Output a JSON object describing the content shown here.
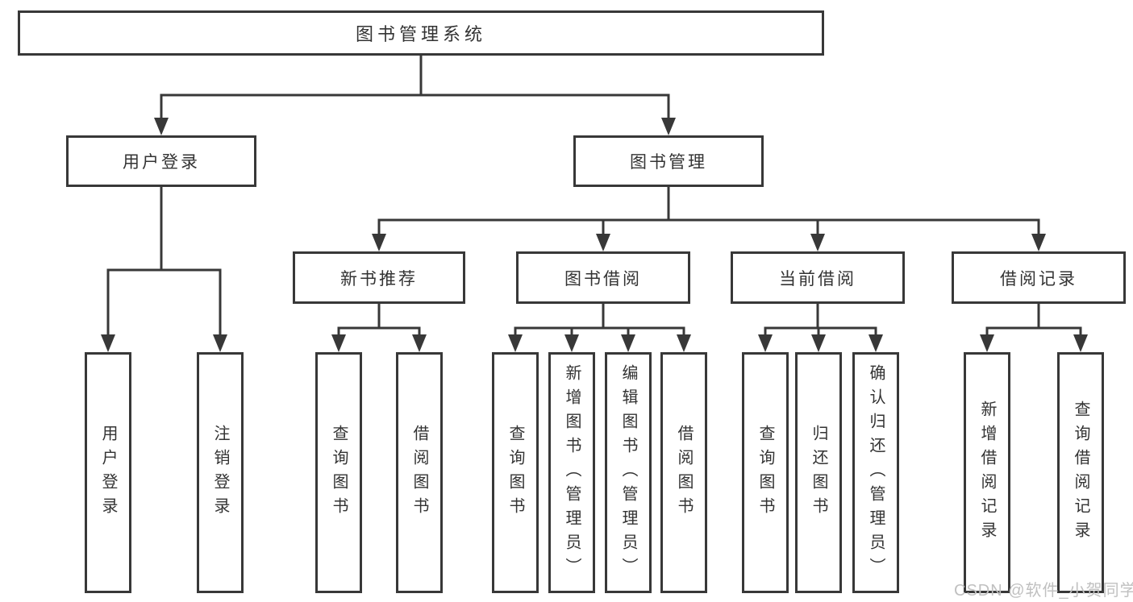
{
  "diagram": {
    "root_label": "图书管理系统",
    "branches": [
      {
        "label": "用户登录",
        "children": [
          "用户登录",
          "注销登录"
        ]
      },
      {
        "label": "图书管理",
        "sections": [
          {
            "label": "新书推荐",
            "children": [
              "查询图书",
              "借阅图书"
            ]
          },
          {
            "label": "图书借阅",
            "children": [
              "查询图书",
              "新增图书（管理员）",
              "编辑图书（管理员）",
              "借阅图书"
            ]
          },
          {
            "label": "当前借阅",
            "children": [
              "查询图书",
              "归还图书",
              "确认归还（管理员）"
            ]
          },
          {
            "label": "借阅记录",
            "children": [
              "新增借阅记录",
              "查询借阅记录"
            ]
          }
        ]
      }
    ]
  },
  "watermark": "CSDN @软件_小贺同学",
  "colors": {
    "line": "#383838",
    "box_border": "#383838",
    "text": "#333333",
    "watermark": "#c0c0c0",
    "background": "#ffffff"
  }
}
